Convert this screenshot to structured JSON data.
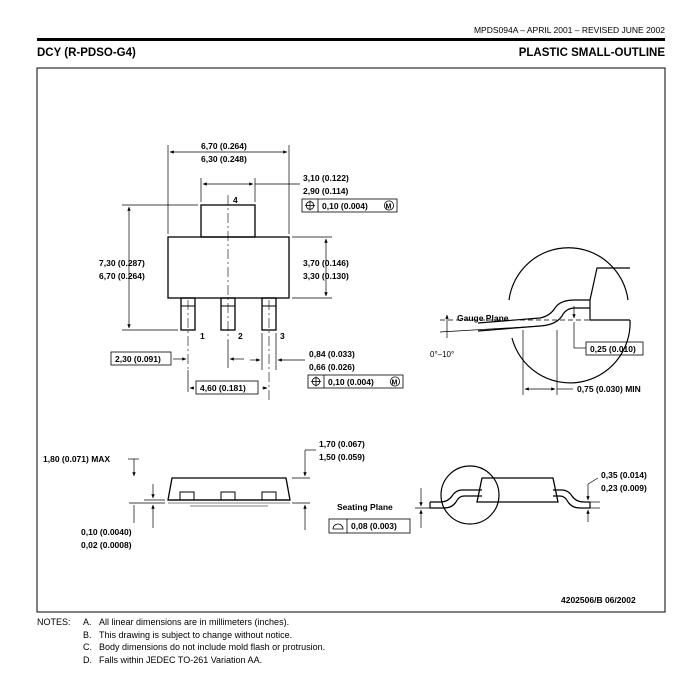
{
  "header": {
    "doc_id": "MPDS094A – APRIL 2001 – REVISED JUNE 2002",
    "package": "DCY (R-PDSO-G4)",
    "outline": "PLASTIC SMALL-OUTLINE"
  },
  "dims": {
    "width_max": "6,70 (0.264)",
    "width_min": "6,30 (0.248)",
    "tab_max": "3,10 (0.122)",
    "tab_min": "2,90 (0.114)",
    "tab_tol": "0,10 (0.004)",
    "height_max": "7,30 (0.287)",
    "height_min": "6,70 (0.264)",
    "body_max": "3,70 (0.146)",
    "body_min": "3,30 (0.130)",
    "pitch": "2,30 (0.091)",
    "lead_max": "0,84 (0.033)",
    "lead_min": "0,66 (0.026)",
    "lead_tol": "0,10 (0.004)",
    "span": "4,60 (0.181)",
    "gauge_plane": "Gauge Plane",
    "angle": "0°–10°",
    "gauge_val": "0,25 (0.010)",
    "foot_min": "0,75 (0.030) MIN",
    "max_height": "1,80 (0.071) MAX",
    "profile_max": "1,70 (0.067)",
    "profile_min": "1,50 (0.059)",
    "standoff_max": "0,10 (0.0040)",
    "standoff_min": "0,02 (0.0008)",
    "seating_plane": "Seating Plane",
    "flatness": "0,08 (0.003)",
    "lead_thk_max": "0,35 (0.014)",
    "lead_thk_min": "0,23 (0.009)",
    "mmc_symbol": "M"
  },
  "pins": [
    "1",
    "2",
    "3",
    "4"
  ],
  "drawing_id": "4202506/B 06/2002",
  "notes": {
    "label": "NOTES:",
    "items": [
      {
        "letter": "A.",
        "text": "All linear dimensions are in millimeters (inches)."
      },
      {
        "letter": "B.",
        "text": "This drawing is subject to change without notice."
      },
      {
        "letter": "C.",
        "text": "Body dimensions do not include mold flash or protrusion."
      },
      {
        "letter": "D.",
        "text": "Falls within JEDEC TO-261 Variation AA."
      }
    ]
  }
}
